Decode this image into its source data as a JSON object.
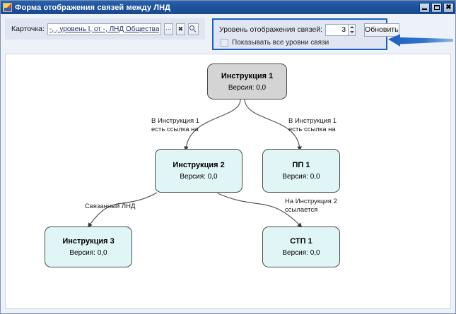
{
  "window": {
    "title": "Форма отображения связей между ЛНД",
    "icon": "form-icon",
    "buttons": {
      "minimize": "minimize-button",
      "maximize": "maximize-button",
      "close": "close-button"
    }
  },
  "toolbar": {
    "card": {
      "label": "Карточка:",
      "value": "-, , уровень I, от -, ЛНД Общества, Утрат",
      "placeholder": "",
      "ellipsis_button": "…",
      "clear_button": "✖",
      "open_button": "open-icon"
    },
    "level_panel": {
      "label": "Уровень отображения связей:",
      "value": "3",
      "refresh_label": "Обновить",
      "checkbox_label": "Показывать все уровни связи",
      "checkbox_checked": false,
      "highlight_color": "#1f5fbf"
    }
  },
  "diagram": {
    "nodes": [
      {
        "id": "n1",
        "title": "Инструкция 1",
        "subtitle": "Версия: 0,0",
        "fill": "#d4d4d4"
      },
      {
        "id": "n2",
        "title": "Инструкция 2",
        "subtitle": "Версия: 0,0",
        "fill": "#e0f5f5"
      },
      {
        "id": "n3",
        "title": "ПП 1",
        "subtitle": "Версия: 0,0",
        "fill": "#e0f5f5"
      },
      {
        "id": "n4",
        "title": "Инструкция  3",
        "subtitle": "Версия: 0,0",
        "fill": "#e0f5f5"
      },
      {
        "id": "n5",
        "title": "СТП 1",
        "subtitle": "Версия: 0,0",
        "fill": "#e0f5f5"
      }
    ],
    "edges": [
      {
        "id": "e1",
        "from": "n1",
        "to": "n2",
        "line1": "В Инструкция 1",
        "line2": "есть ссылка на"
      },
      {
        "id": "e2",
        "from": "n1",
        "to": "n3",
        "line1": "В Инструкция 1",
        "line2": "есть ссылка на"
      },
      {
        "id": "e3",
        "from": "n2",
        "to": "n4",
        "line1": "Связанный ЛНД",
        "line2": ""
      },
      {
        "id": "e4",
        "from": "n2",
        "to": "n5",
        "line1": "На Инструкция 2",
        "line2": "ссылается"
      }
    ]
  },
  "annotation": {
    "arrow": "annotation-arrow-left",
    "color": "#1f5fbf"
  }
}
